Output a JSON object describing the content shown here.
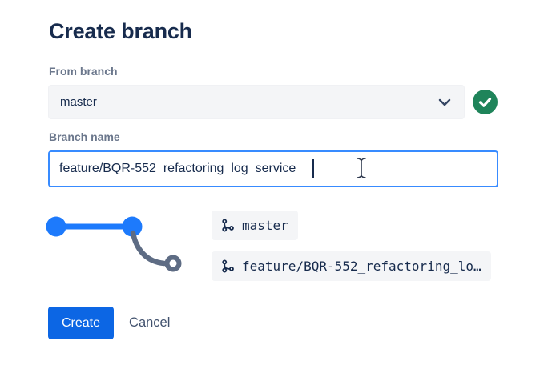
{
  "dialog": {
    "title": "Create branch",
    "from_branch": {
      "label": "From branch",
      "value": "master",
      "validation_icon": "success-check-icon"
    },
    "branch_name": {
      "label": "Branch name",
      "value": "feature/BQR-552_refactoring_log_service"
    },
    "graph": {
      "source_ref": "master",
      "target_ref": "feature/BQR-552_refactoring_lo…",
      "icon": "git-branch-icon"
    },
    "actions": {
      "create_label": "Create",
      "cancel_label": "Cancel"
    },
    "colors": {
      "title_text": "#172B4D",
      "label_text": "#6B778C",
      "field_background": "#F4F5F7",
      "focus_border": "#388BFF",
      "primary_button": "#0C66E4",
      "success_green": "#1F845A",
      "graph_blue": "#1D7AFC",
      "graph_gray": "#5E6C84"
    }
  }
}
